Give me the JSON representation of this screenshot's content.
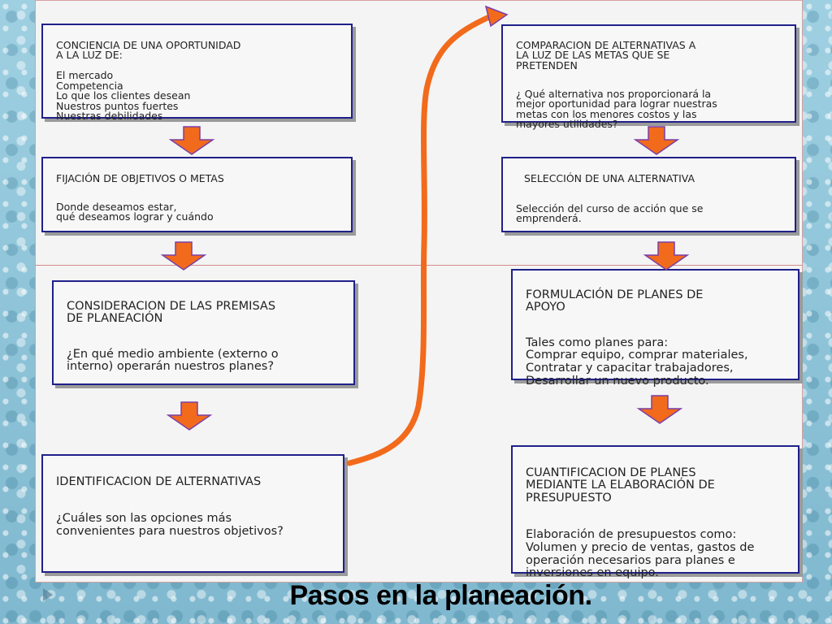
{
  "title": "Pasos en la planeación.",
  "steps": [
    {
      "heading": "CONCIENCIA DE UNA OPORTUNIDAD\nA LA LUZ DE:",
      "body": "El mercado\nCompetencia\nLo que los clientes desean\nNuestros puntos fuertes\nNuestras debilidades"
    },
    {
      "heading": "FIJACIÓN DE OBJETIVOS O METAS",
      "body": "Donde deseamos estar,\nqué deseamos lograr y  cuándo"
    },
    {
      "heading": "CONSIDERACION DE LAS PREMISAS\nDE PLANEACIÓN",
      "body": "¿En qué medio ambiente (externo o\ninterno) operarán nuestros planes?"
    },
    {
      "heading": "IDENTIFICACION DE ALTERNATIVAS",
      "body": "¿Cuáles son las opciones más\nconvenientes para nuestros objetivos?"
    },
    {
      "heading": "COMPARACION DE ALTERNATIVAS A\nLA LUZ DE LAS METAS QUE SE\nPRETENDEN",
      "body": "¿ Qué alternativa nos proporcionará la\nmejor oportunidad para lograr nuestras\nmetas con los menores costos y las\nmayores utilidades?"
    },
    {
      "heading": "SELECCIÓN DE  UNA ALTERNATIVA",
      "body": "Selección del curso de acción que se\nemprenderá."
    },
    {
      "heading": "FORMULACIÓN DE PLANES DE\nAPOYO",
      "body": "Tales como planes para:\nComprar equipo, comprar materiales,\nContratar y capacitar trabajadores,\nDesarrollar un  nuevo producto."
    },
    {
      "heading": "CUANTIFICACION DE PLANES\nMEDIANTE LA ELABORACIÓN DE\nPRESUPUESTO",
      "body": "Elaboración de presupuestos como:\nVolumen y precio de ventas, gastos de\noperación  necesarios para planes e\ninversiones en equipo."
    }
  ],
  "colors": {
    "arrow": "#f26a1b",
    "arrow_outline": "#7a3fa8",
    "box_border": "#20208a"
  }
}
